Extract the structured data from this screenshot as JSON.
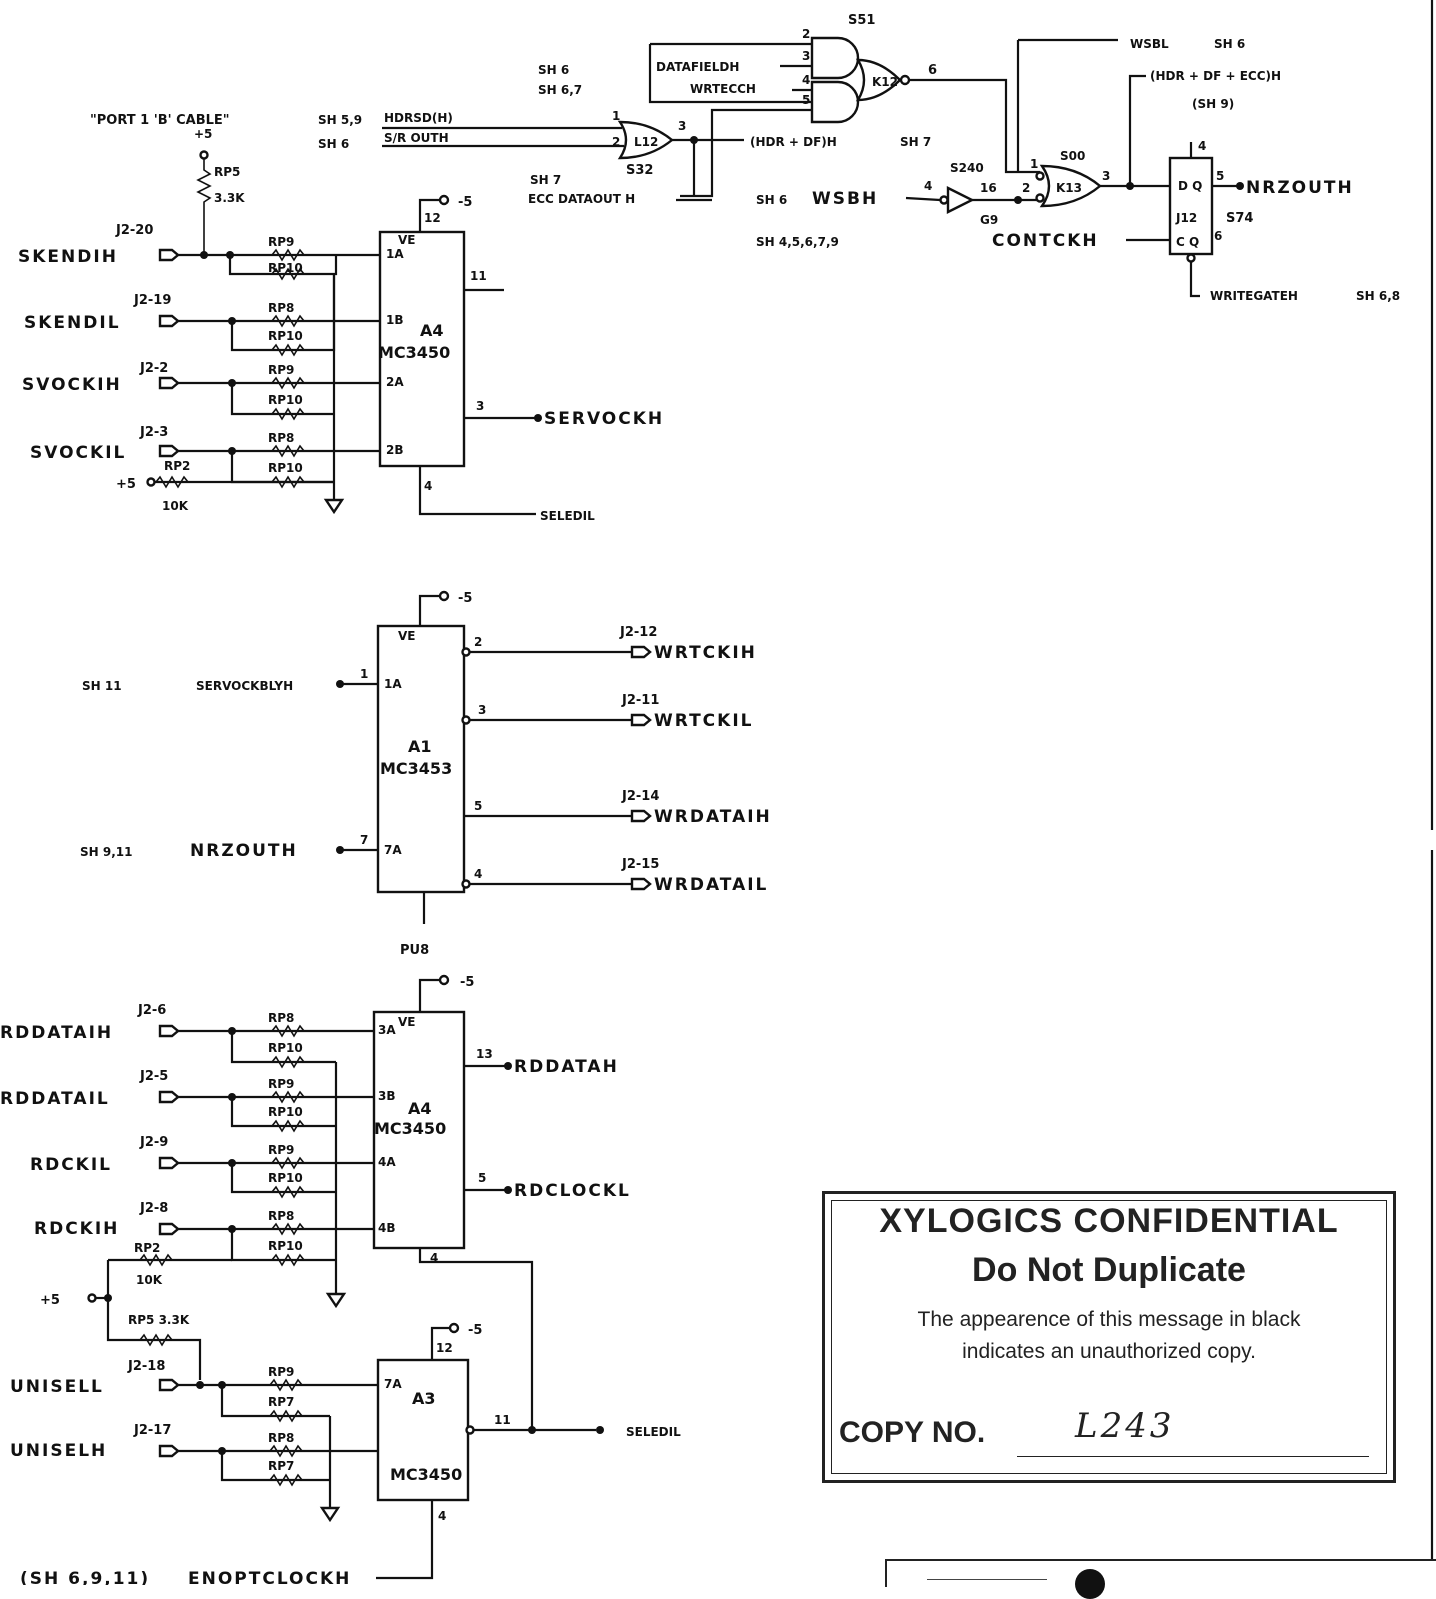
{
  "header": {
    "part_label": "S51",
    "cable_label": "\"PORT 1 'B' CABLE\"",
    "sheet_refs": {
      "sh6_a": "SH 6",
      "sh67": "SH 6,7",
      "sh59": "SH 5,9",
      "sh6_b": "SH 6",
      "sh7_a": "SH 7",
      "sh7_b": "SH 7",
      "sh6_c": "SH 6",
      "sh45679": "SH 4,5,6,7,9",
      "wsbl_sh": "SH 6",
      "hdrdf_sh": "SH 7",
      "wg_sh": "SH 6,8",
      "sh11": "SH 11",
      "sh911": "SH 9,11",
      "sh6911": "(SH 6,9,11)",
      "hdrdfecc_sh": "(SH 9)"
    }
  },
  "signals": {
    "hdrsd": "HDRSD(H)",
    "srouth": "S/R OUTH",
    "datafield": "DATAFIELDH",
    "wrtecc": "WRTECCH",
    "eccdataout": "ECC DATAOUT H",
    "hdrdf": "(HDR + DF)H",
    "wsbl": "WSBL",
    "hdrdfecc": "(HDR + DF + ECC)H",
    "wsbh": "WSBH",
    "contckh": "CONTCKH",
    "nrzouth_top": "NRZOUTH",
    "writegate": "WRITEGATEH",
    "skendih": "SKENDIH",
    "skendil": "SKENDIL",
    "svockih": "SVOCKIH",
    "svockil": "SVOCKIL",
    "plus5": "+5",
    "minus5": "-5",
    "servockh": "SERVOCKH",
    "seledil": "SELEDIL",
    "servockblyh": "SERVOCKBLYH",
    "nrzouth": "NRZOUTH",
    "wrtckih": "WRTCKIH",
    "wrtckil": "WRTCKIL",
    "wrdataih": "WRDATAIH",
    "wrdatail": "WRDATAIL",
    "rddataih": "RDDATAIH",
    "rddatail": "RDDATAIL",
    "rdckil": "RDCKIL",
    "rdckih": "RDCKIH",
    "rddatah": "RDDATAH",
    "rdclockl": "RDCLOCKL",
    "uniseil": "UNISELL",
    "uniselh": "UNISELH",
    "seledil2": "SELEDIL",
    "enoptclockh": "ENOPTCLOCKH"
  },
  "connectors": {
    "j2_20": "J2-20",
    "j2_19": "J2-19",
    "j2_2": "J2-2",
    "j2_3": "J2-3",
    "j2_12": "J2-12",
    "j2_11": "J2-11",
    "j2_14": "J2-14",
    "j2_15": "J2-15",
    "j2_6": "J2-6",
    "j2_5": "J2-5",
    "j2_9": "J2-9",
    "j2_8": "J2-8",
    "j2_18": "J2-18",
    "j2_17": "J2-17"
  },
  "components": {
    "rp5": "RP5",
    "rp5_val": "3.3K",
    "rp2": "RP2",
    "rp2_val": "10K",
    "rp9": "RP9",
    "rp10": "RP10",
    "rp8": "RP8",
    "rp7": "RP7",
    "rp5_b": "RP5 3.3K",
    "a4": "A4",
    "mc3450": "MC3450",
    "a1": "A1",
    "mc3453": "MC3453",
    "a3": "A3",
    "pu8": "PU8",
    "l12": "L12",
    "s32": "S32",
    "k12": "K12",
    "k13": "K13",
    "s00": "S00",
    "s240": "S240",
    "g9": "G9",
    "j12": "J12",
    "s74": "S74"
  },
  "stamp": {
    "title": "XYLOGICS CONFIDENTIAL",
    "subtitle": "Do Not Duplicate",
    "body": "The appearence of this message in black indicates an unauthorized copy.",
    "copy_label": "COPY NO.",
    "copy_number": "L243"
  }
}
